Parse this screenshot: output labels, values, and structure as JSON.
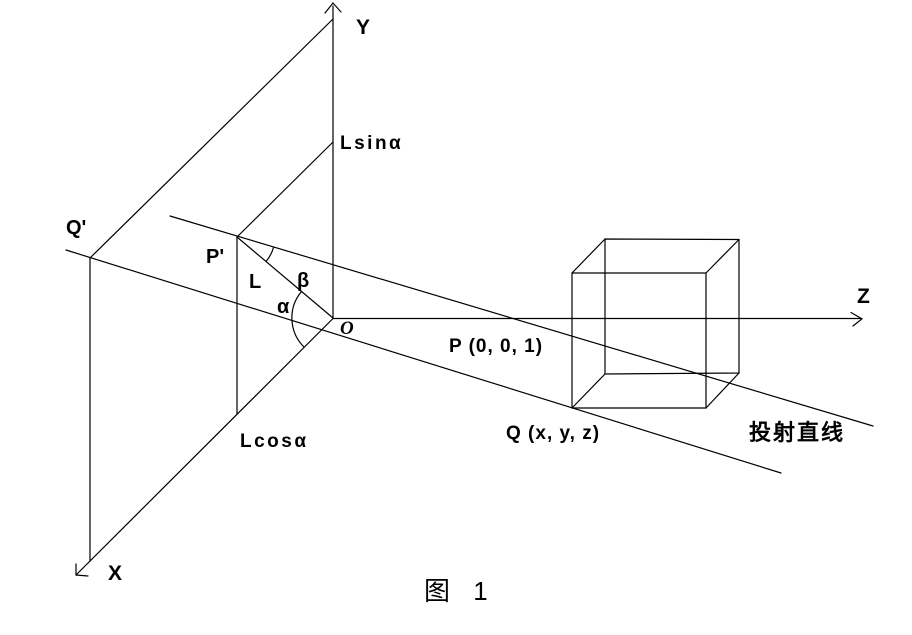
{
  "figure": {
    "background_color": "#ffffff",
    "line_color": "#000000",
    "text_color": "#000000",
    "caption": "图 1",
    "axes": {
      "x_label": "X",
      "y_label": "Y",
      "z_label": "Z",
      "origin_label": "O"
    },
    "points": {
      "p_prime_label": "P'",
      "q_prime_label": "Q'",
      "p_label": "P (0, 0, 1)",
      "q_label": "Q (x, y, z)"
    },
    "measure_labels": {
      "segment_length": "L",
      "y_component": "Lsinα",
      "x_component": "Lcosα"
    },
    "angle_labels": {
      "alpha": "α",
      "beta": "β"
    },
    "projection_line_label": "投射直线"
  }
}
